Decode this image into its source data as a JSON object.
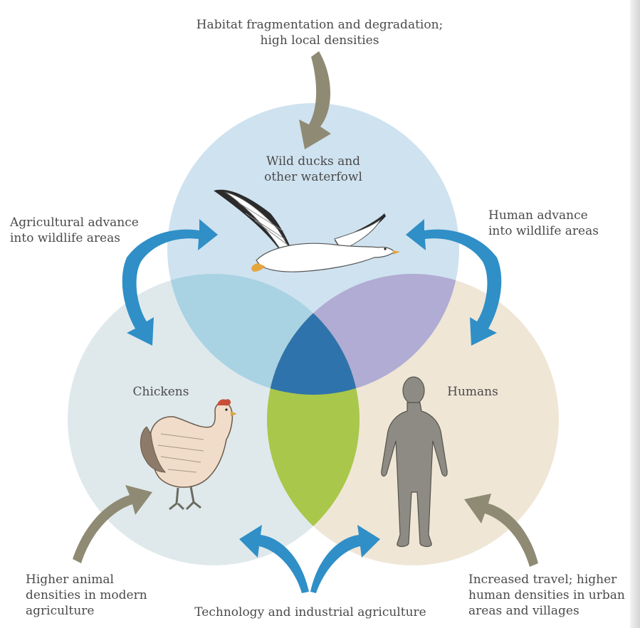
{
  "labels": {
    "top_driver": "Habitat fragmentation and degradation;\nhigh local densities",
    "wild": "Wild ducks and\nother waterfowl",
    "ag_advance": "Agricultural advance\ninto wildlife areas",
    "human_advance": "Human advance\ninto wildlife areas",
    "chickens": "Chickens",
    "humans": "Humans",
    "higher_animal": "Higher animal\ndensities in modern\nagriculture",
    "technology": "Technology and industrial agriculture",
    "travel": "Increased travel; higher\nhuman densities in urban\nareas and villages"
  },
  "icons": {
    "bird": "goose-in-flight-icon",
    "chicken": "hen-icon",
    "human": "human-silhouette-icon"
  },
  "colors": {
    "wild_circle": "#cfe2f0",
    "chicken_circle": "#dfe9ec",
    "human_circle": "#efe6d6",
    "wild_chicken_overlap": "#a9d3e3",
    "wild_human_overlap": "#b1acd3",
    "chicken_human_overlap": "#a9c74a",
    "center_overlap": "#2f73ad",
    "blue_arrow": "#2f8fc6",
    "brown_arrow": "#8f8a73"
  }
}
